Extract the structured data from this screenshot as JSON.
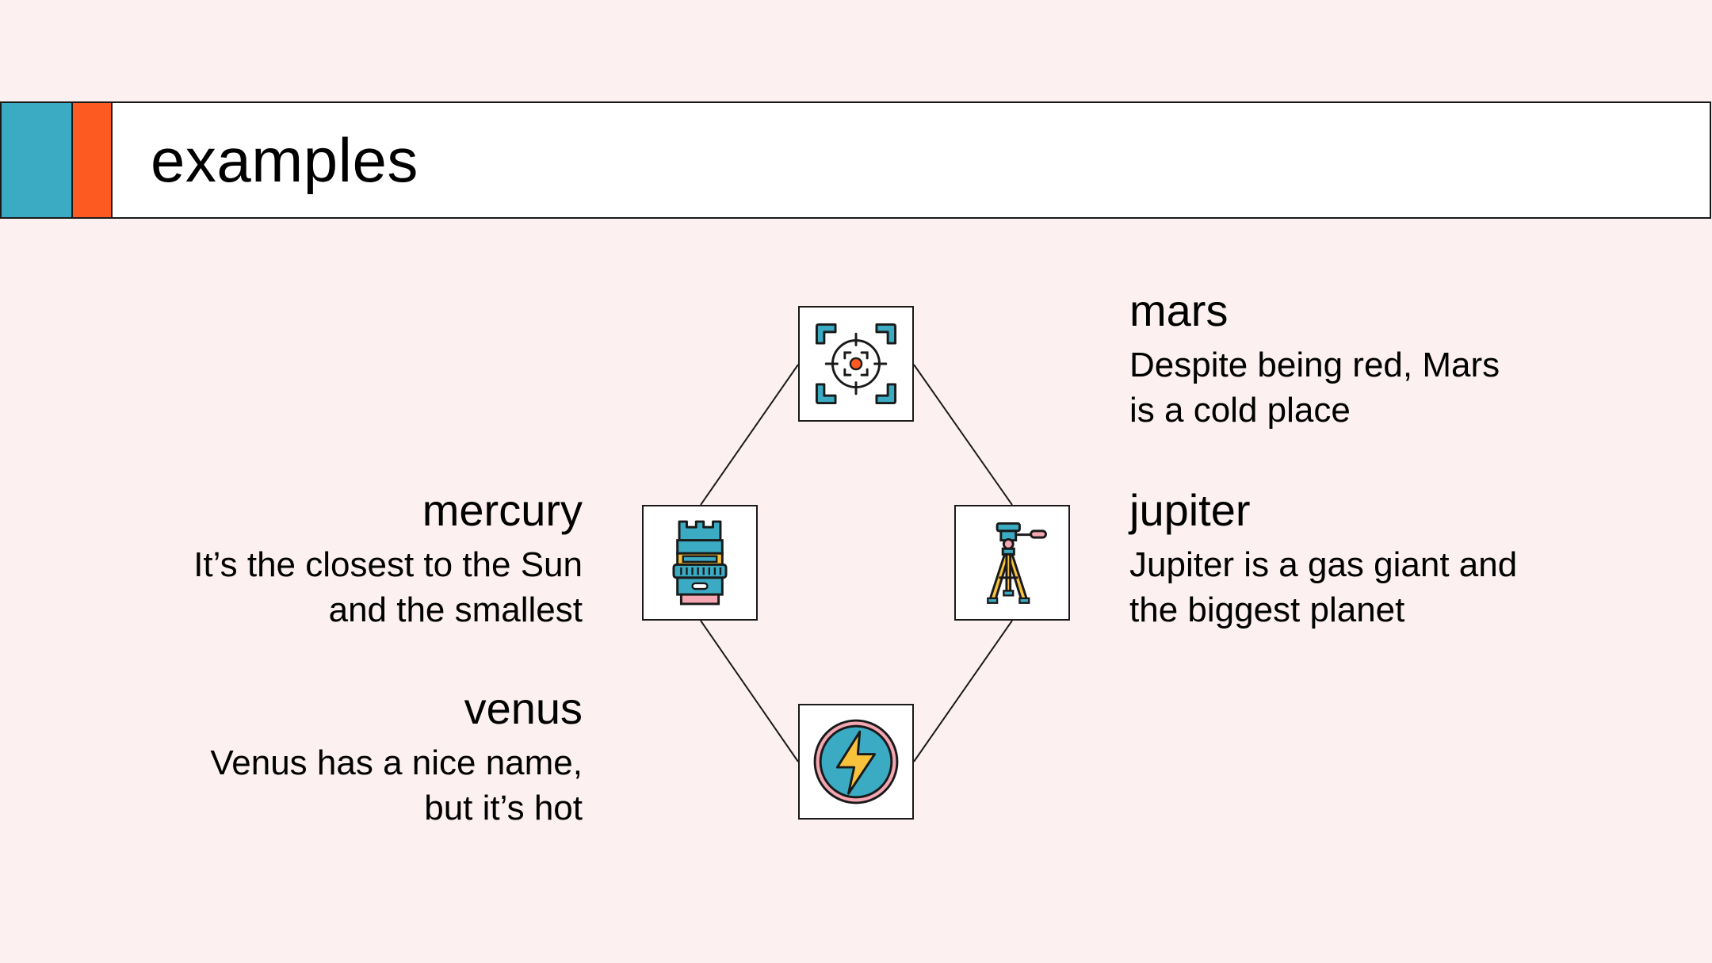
{
  "slide": {
    "title": "examples"
  },
  "items": {
    "mars": {
      "title": "mars",
      "line1": "Despite being red, Mars",
      "line2": "is a cold place"
    },
    "jupiter": {
      "title": "jupiter",
      "line1": "Jupiter is a gas giant and",
      "line2": "the biggest planet"
    },
    "mercury": {
      "title": "mercury",
      "line1": "It’s the closest to the Sun",
      "line2": "and the smallest"
    },
    "venus": {
      "title": "venus",
      "line1": "Venus has a nice name,",
      "line2": "but it’s hot"
    }
  },
  "icons": {
    "top": "focus-target-icon",
    "left": "camera-lens-icon",
    "right": "tripod-icon",
    "bottom": "lightning-bolt-icon"
  },
  "colors": {
    "background": "#fcf0f0",
    "accent_blue": "#3aabc3",
    "accent_orange": "#fc5a20",
    "icon_yellow": "#f7c33c",
    "icon_pink": "#f4a7b2",
    "outline": "#1a1a1a"
  }
}
